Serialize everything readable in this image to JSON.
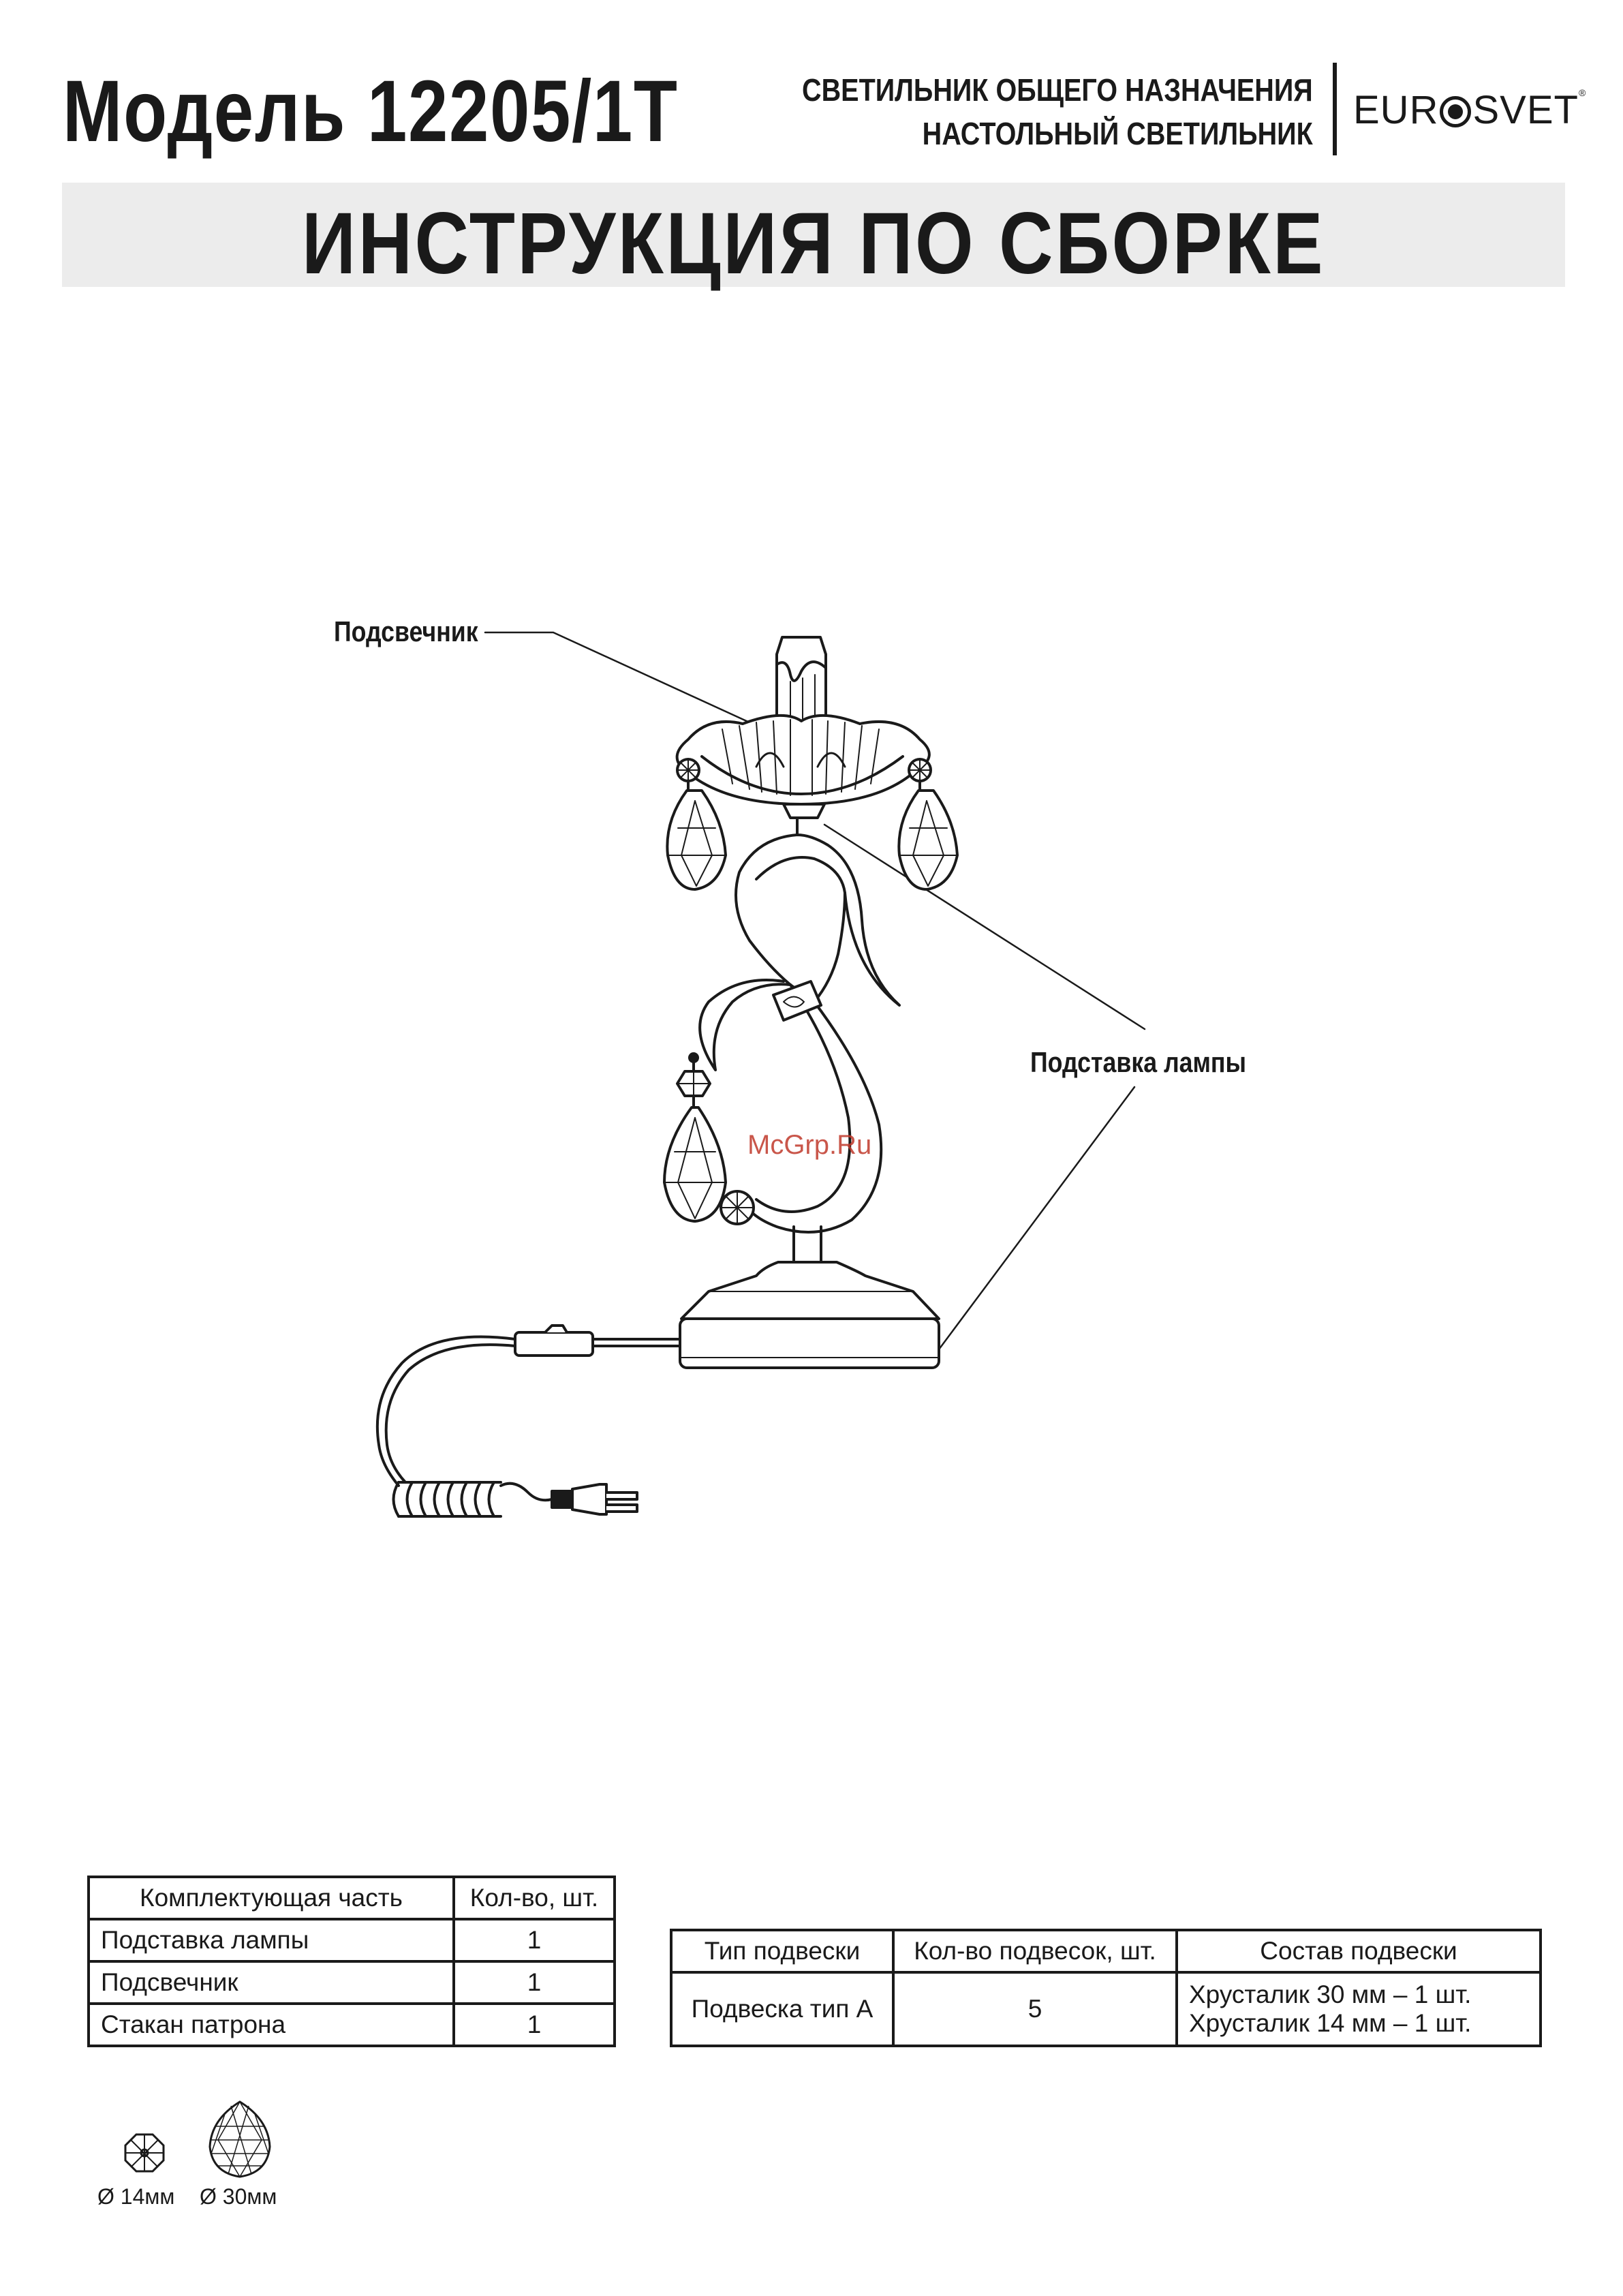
{
  "header": {
    "model_title": "Модель 12205/1T",
    "type_line1": "СВЕТИЛЬНИК ОБЩЕГО НАЗНАЧЕНИЯ",
    "type_line2": "НАСТОЛЬНЫЙ СВЕТИЛЬНИК",
    "brand_left": "EUR",
    "brand_right": "SVET",
    "brand_mark": "®"
  },
  "banner": {
    "title": "ИНСТРУКЦИЯ ПО СБОРКЕ"
  },
  "diagram": {
    "label_candle": "Подсвечник",
    "label_base": "Подставка лампы",
    "watermark": "McGrp.Ru"
  },
  "parts_table": {
    "headers": [
      "Комплектующая часть",
      "Кол-во, шт."
    ],
    "rows": [
      [
        "Подставка лампы",
        "1"
      ],
      [
        "Подсвечник",
        "1"
      ],
      [
        "Стакан патрона",
        "1"
      ]
    ]
  },
  "pendant_table": {
    "headers": [
      "Тип подвески",
      "Кол-во подвесок, шт.",
      "Состав подвески"
    ],
    "rows": [
      {
        "type": "Подвеска тип А",
        "qty": "5",
        "composition_line1": "Хрусталик 30 мм – 1 шт.",
        "composition_line2": "Хрусталик 14 мм – 1 шт."
      }
    ]
  },
  "crystals": {
    "small": "Ø 14мм",
    "large": "Ø 30мм"
  },
  "colors": {
    "ink": "#1a1a1a",
    "banner_bg": "#ececec",
    "watermark": "#c0392b"
  }
}
